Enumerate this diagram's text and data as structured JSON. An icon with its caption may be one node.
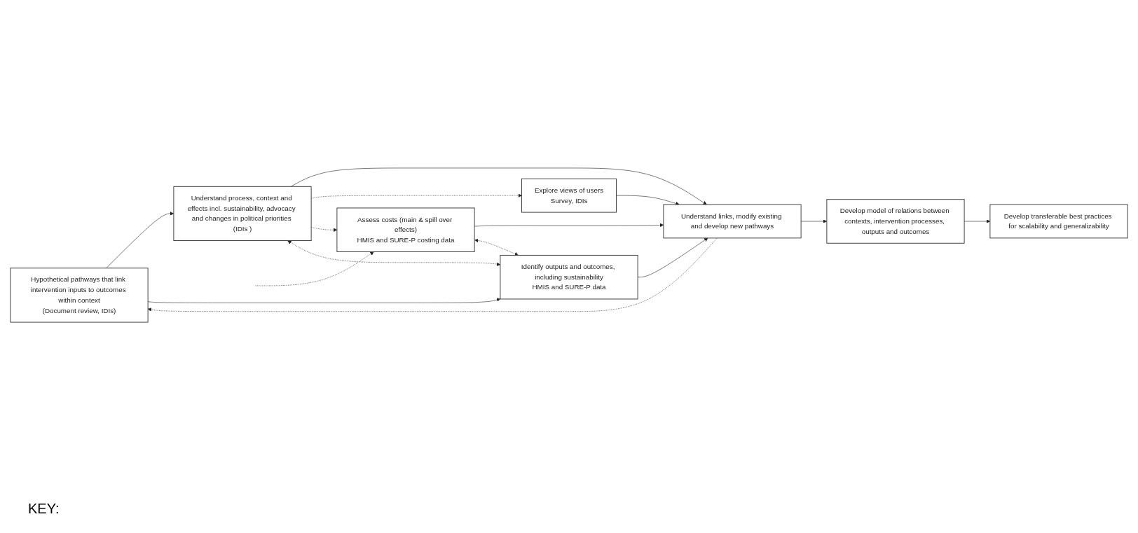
{
  "diagram": {
    "nodes": [
      {
        "text": [
          "Hypothetical pathways that link intervention inputs to outcomes within context",
          "(Document review, IDIs)"
        ]
      },
      {
        "text": [
          "Understand process, context and effects incl. sustainability, advocacy and changes in political priorities (IDIs )"
        ]
      },
      {
        "text": [
          "Explore views of users",
          "Survey, IDIs"
        ]
      },
      {
        "text": [
          "Assess costs (main & spill over effects)",
          "HMIS and SURE-P costing data"
        ]
      },
      {
        "text": [
          "Identify outputs and outcomes, including sustainability",
          "HMIS and SURE-P data"
        ]
      },
      {
        "text": [
          "Understand links, modify existing and develop new pathways"
        ]
      },
      {
        "text": [
          "Develop model of relations between contexts, intervention processes, outputs and outcomes"
        ]
      },
      {
        "text": [
          "Develop transferable best practices for scalability and generalizability"
        ]
      }
    ],
    "edges": [
      {
        "from": 0,
        "to": 1,
        "arrow": "to"
      },
      {
        "from": 0,
        "to": 4,
        "arrow": "to"
      },
      {
        "from": 1,
        "to": 5,
        "arrow": "to"
      },
      {
        "from": 2,
        "to": 5,
        "arrow": "to"
      },
      {
        "from": 3,
        "to": 5,
        "arrow": "to"
      },
      {
        "from": 4,
        "to": 5,
        "arrow": "to"
      },
      {
        "from": 5,
        "to": 6,
        "arrow": "to"
      },
      {
        "from": 6,
        "to": 7,
        "arrow": "to"
      },
      {
        "from": 5,
        "to": 0,
        "arrow": "to",
        "style": "dashed"
      },
      {
        "from": 1,
        "to": 2,
        "arrow": "to",
        "style": "dashed"
      },
      {
        "from": 1,
        "to": 3,
        "arrow": "to",
        "style": "dashed"
      },
      {
        "from": null,
        "to": 3,
        "arrow": "to",
        "style": "dashed"
      },
      {
        "from": 1,
        "to": 4,
        "arrow": "both",
        "style": "dashed"
      },
      {
        "from": 3,
        "to": 4,
        "arrow": "both",
        "style": "dashed"
      }
    ],
    "labels": [
      "KEY:"
    ]
  }
}
